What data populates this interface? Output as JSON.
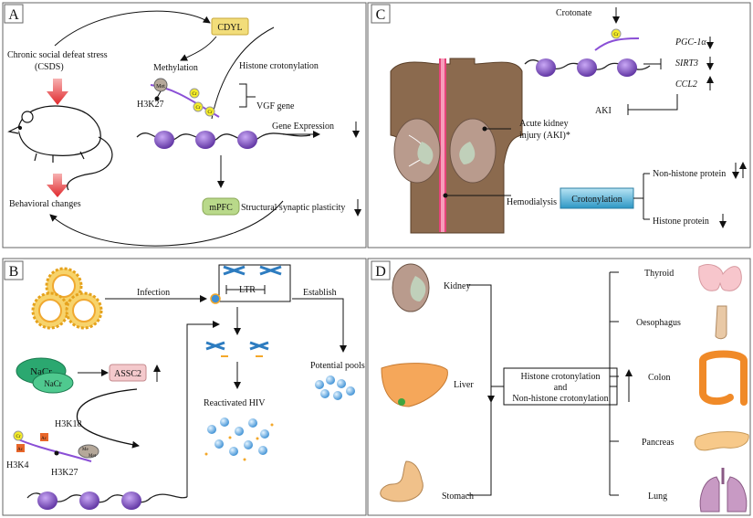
{
  "panels": {
    "A": {
      "letter": "A",
      "cdyl": "CDYL",
      "methylation": "Methylation",
      "histone_crotonylation": "Histone crotonylation",
      "csds_line1": "Chronic social defeat stress",
      "csds_line2": "(CSDS)",
      "met": "Met",
      "h3k27": "H3K27",
      "cr": "Cr",
      "vgf_gene": "VGF gene",
      "gene_expression": "Gene Expression",
      "mpfc": "mPFC",
      "structural_plasticity": "Structural synaptic plasticity",
      "behavioral_changes": "Behavioral changes"
    },
    "B": {
      "letter": "B",
      "infection": "Infection",
      "ltr": "LTR",
      "establish": "Establish",
      "potential_pools": "Potential pools",
      "nacr": "NaCr",
      "assc2": "ASSC2",
      "reactivated_hiv": "Reactivated HIV",
      "h3k18": "H3K18",
      "h3k4": "H3K4",
      "h3k27": "H3K27",
      "ac": "Ac",
      "cr": "Cr",
      "me": "Me",
      "met": "Met"
    },
    "C": {
      "letter": "C",
      "crotonate": "Crotonate",
      "cr": "Cr",
      "pgc1a": "PGC-1α",
      "sirt3": "SIRT3",
      "ccl2": "CCL2",
      "aki": "AKI",
      "aki_line1": "Acute kidney",
      "aki_line2": "injury (AKI)*",
      "hemodialysis": "Hemodialysis",
      "crotonylation": "Crotonylation",
      "non_histone_protein": "Non-histone protein",
      "histone_protein": "Histone protein"
    },
    "D": {
      "letter": "D",
      "kidney": "Kidney",
      "liver": "Liver",
      "stomach": "Stomach",
      "box_line1": "Histone crotonylation",
      "box_line2": "and",
      "box_line3": "Non-histone crotonylation",
      "thyroid": "Thyroid",
      "oesophagus": "Oesophagus",
      "colon": "Colon",
      "pancreas": "Pancreas",
      "lung": "Lung"
    }
  },
  "colors": {
    "nucleosome": "#7f4fc9",
    "cdyl_box": "#f2dd7a",
    "mpfc_box": "#b9d98a",
    "assc2_box": "#f4c9cc",
    "crotonylation_box": "#3ea7cf",
    "cr_marker": "#f4ec2a",
    "ac_marker": "#e8662a",
    "kidney_tissue": "#8b6a4e",
    "red_arrow": "#e0282c"
  }
}
